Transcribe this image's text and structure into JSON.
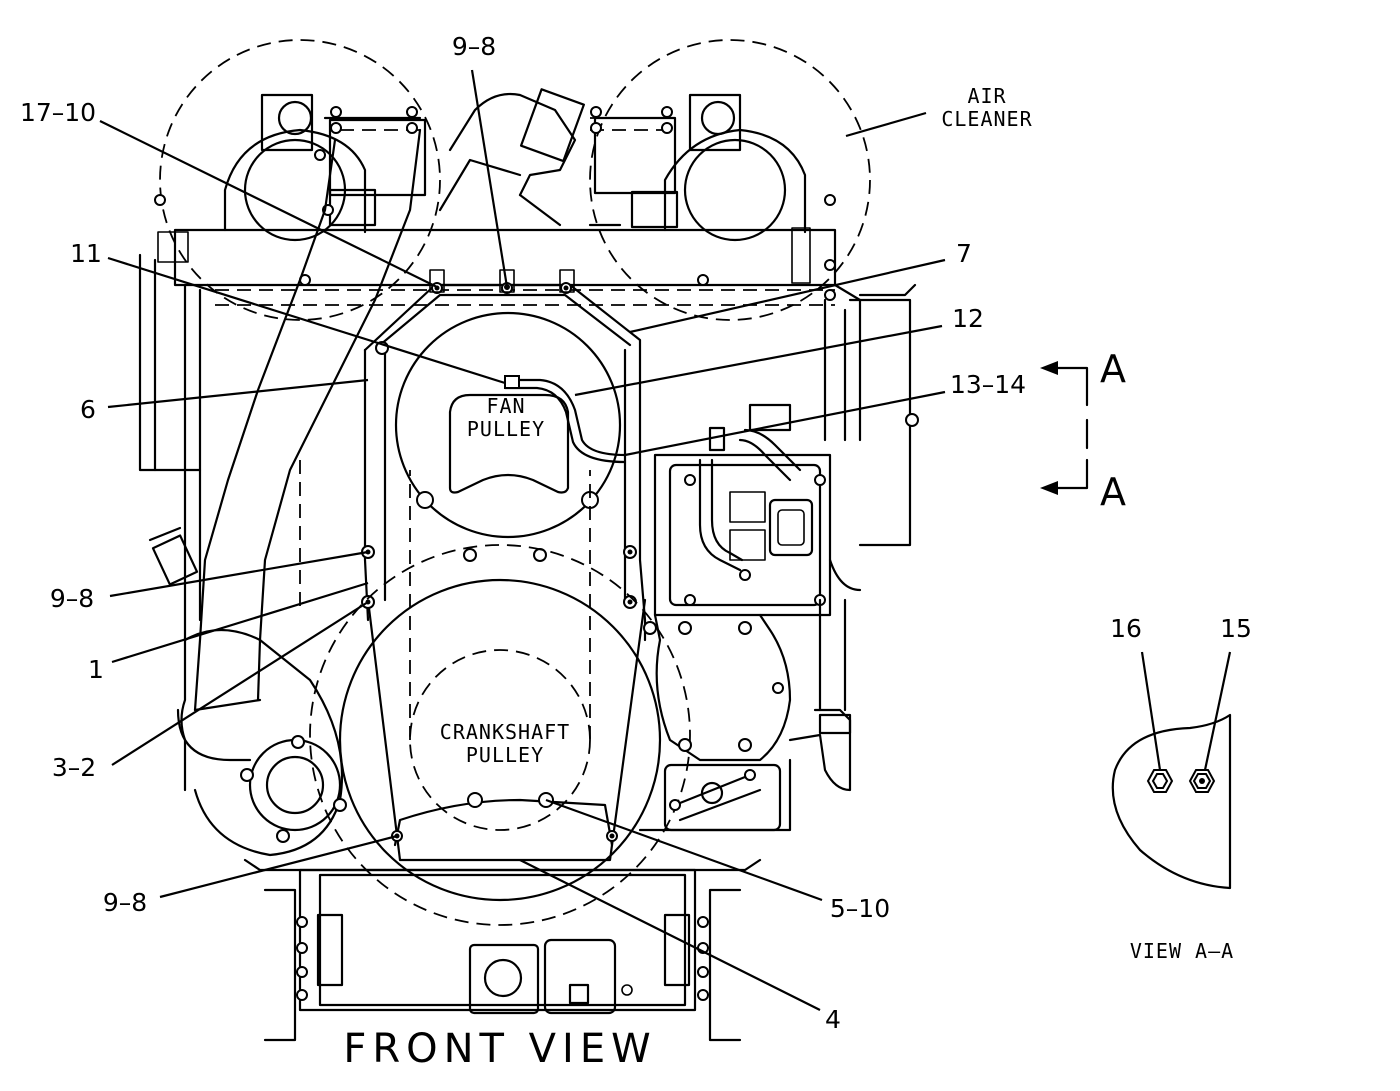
{
  "callouts": {
    "c_9_8_top": "9–8",
    "c_17_10": "17–10",
    "c_11": "11",
    "c_6": "6",
    "c_9_8_left": "9–8",
    "c_1": "1",
    "c_3_2": "3–2",
    "c_9_8_bottom": "9–8",
    "c_4": "4",
    "c_5_10": "5–10",
    "c_7": "7",
    "c_12": "12",
    "c_13_14": "13–14",
    "c_16": "16",
    "c_15": "15"
  },
  "labels": {
    "air_cleaner_line1": "AIR",
    "air_cleaner_line2": "CLEANER",
    "fan_line1": "FAN",
    "fan_line2": "PULLEY",
    "crank_line1": "CRANKSHAFT",
    "crank_line2": "PULLEY",
    "front_view": "FRONT  VIEW",
    "view_aa": "VIEW  A–A",
    "section_top": "A",
    "section_bottom": "A"
  }
}
